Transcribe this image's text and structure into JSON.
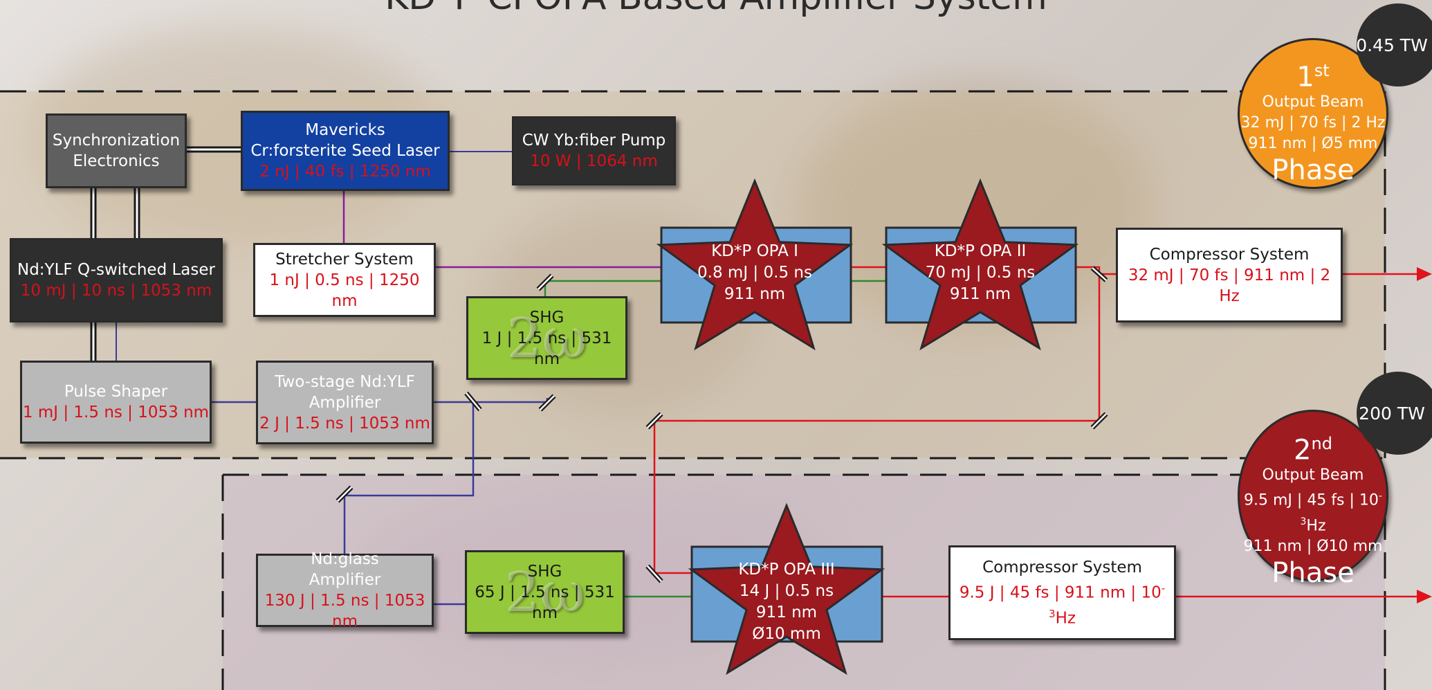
{
  "title": "KD*P CPOPA Based Amplifier System",
  "colors": {
    "red_text": "#d8101a",
    "seed_line": "#8b1a9e",
    "pump_line": "#3a3a9a",
    "green_line": "#2f8a2f",
    "output_line": "#e0121b",
    "phase1": "#f39620",
    "phase2": "#9e1b20"
  },
  "blocks": {
    "sync": {
      "line1": "Synchronization",
      "line2": "Electronics"
    },
    "seed": {
      "line1": "Mavericks",
      "line2": "Cr:forsterite Seed Laser",
      "spec": "2 nJ | 40 fs | 1250 nm"
    },
    "cw_pump": {
      "line1": "CW Yb:fiber Pump",
      "spec": "10 W | 1064 nm"
    },
    "ndylf": {
      "line1": "Nd:YLF Q-switched Laser",
      "spec": "10 mJ | 10 ns | 1053 nm"
    },
    "stretcher": {
      "line1": "Stretcher System",
      "spec": "1 nJ | 0.5 ns | 1250 nm"
    },
    "pulse_shaper": {
      "line1": "Pulse Shaper",
      "spec": "1 mJ | 1.5 ns | 1053 nm"
    },
    "two_stage": {
      "line1": "Two-stage Nd:YLF",
      "line2": "Amplifier",
      "spec": "2 J | 1.5 ns | 1053 nm"
    },
    "shg1": {
      "line1": "SHG",
      "spec": "1 J | 1.5 ns | 531 nm",
      "watermark": "2ω"
    },
    "compressor1": {
      "line1": "Compressor System",
      "spec": "32 mJ | 70 fs | 911 nm | 2 Hz"
    },
    "ndglass": {
      "line1": "Nd:glass",
      "line2": "Amplifier",
      "spec": "130 J | 1.5 ns | 1053 nm"
    },
    "shg2": {
      "line1": "SHG",
      "spec": "65 J | 1.5 ns | 531 nm",
      "watermark": "2ω"
    },
    "compressor2": {
      "line1": "Compressor System",
      "spec": "9.5 J | 45 fs | 911 nm | 10",
      "spec_sup": "-3",
      "spec_tail": "Hz"
    }
  },
  "opas": [
    {
      "line1": "KD*P OPA I",
      "line2": "0.8 mJ | 0.5 ns",
      "line3": "911 nm",
      "line4": ""
    },
    {
      "line1": "KD*P OPA II",
      "line2": "70 mJ | 0.5 ns",
      "line3": "911 nm",
      "line4": ""
    },
    {
      "line1": "KD*P OPA III",
      "line2": "14 J | 0.5 ns",
      "line3": "911 nm",
      "line4": "Ø10 mm"
    }
  ],
  "phases": [
    {
      "ordinal": "1",
      "suffix": "st",
      "line1": "Output Beam",
      "line2": "32 mJ | 70 fs | 2 Hz",
      "line3": "911 nm | Ø5 mm",
      "name": "Phase",
      "power": "0.45 TW"
    },
    {
      "ordinal": "2",
      "suffix": "nd",
      "line1": "Output Beam",
      "line2a": "9.5 mJ | 45 fs | 10",
      "line2sup": "-3",
      "line2b": "Hz",
      "line3": "911 nm | Ø10 mm",
      "name": "Phase",
      "power": "200 TW"
    }
  ]
}
